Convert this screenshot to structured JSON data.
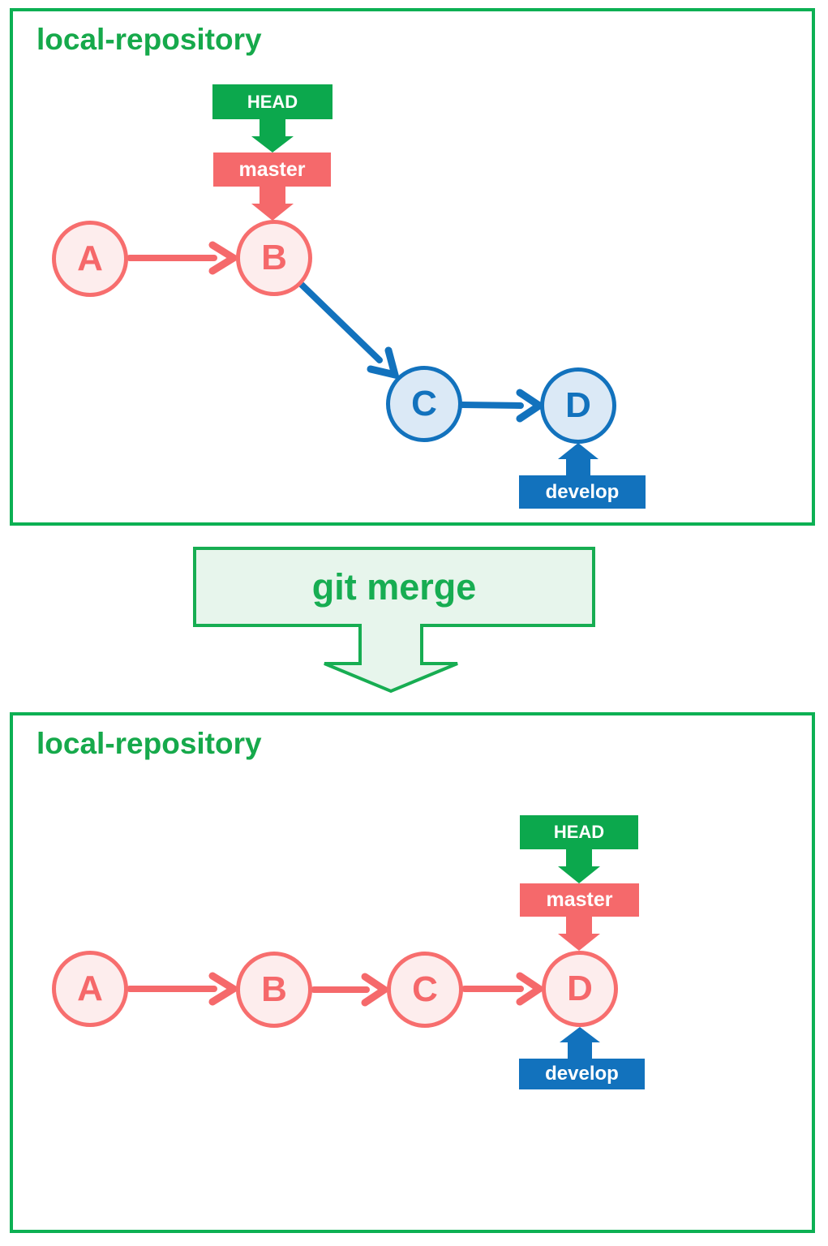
{
  "colors": {
    "green": "#0cb053",
    "green_box_fill": "#0ca84d",
    "merge_fill": "#e7f5ec",
    "merge_stroke": "#17ad52",
    "red": "#f5696b",
    "red_node_fill": "#fdeded",
    "blue": "#1272bd",
    "blue_node_fill": "#dbe9f6",
    "label_text": "#ffffff"
  },
  "before_panel": {
    "title": "local-repository",
    "head_label": "HEAD",
    "master_label": "master",
    "develop_label": "develop",
    "nodes": {
      "a": "A",
      "b": "B",
      "c": "C",
      "d": "D"
    }
  },
  "operation": {
    "label": "git merge"
  },
  "after_panel": {
    "title": "local-repository",
    "head_label": "HEAD",
    "master_label": "master",
    "develop_label": "develop",
    "nodes": {
      "a": "A",
      "b": "B",
      "c": "C",
      "d": "D"
    }
  }
}
